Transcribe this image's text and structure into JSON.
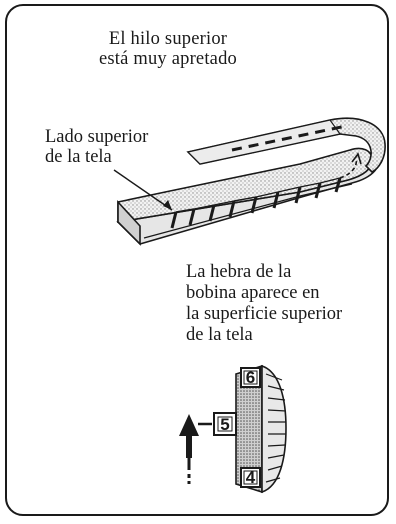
{
  "diagram": {
    "title_lines": [
      "El hilo superior",
      "está muy apretado"
    ],
    "fabric_label_lines": [
      "Lado superior",
      "de la tela"
    ],
    "bobbin_note_lines": [
      "La hebra de la",
      "bobina aparece en",
      "la superficie superior",
      "de la tela"
    ],
    "dial_numbers": [
      "6",
      "5",
      "4"
    ]
  }
}
